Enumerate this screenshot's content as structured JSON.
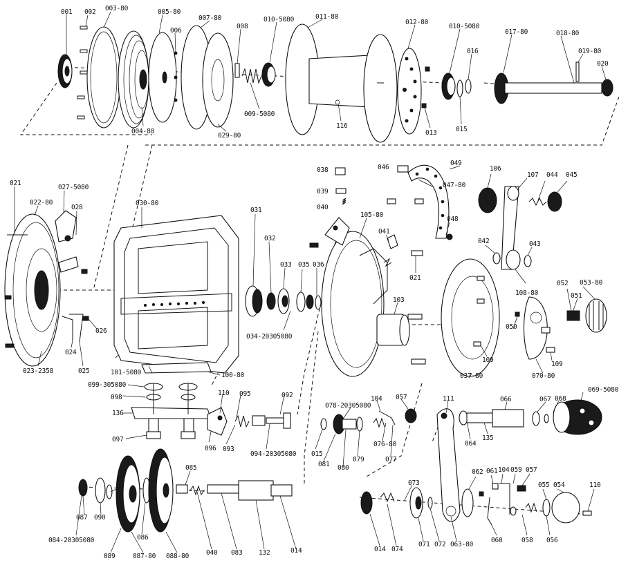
{
  "colors": {
    "ink": "#111111",
    "paper": "#ffffff"
  },
  "parts": [
    "001",
    "002",
    "003-80",
    "005-80",
    "006",
    "007-80",
    "008",
    "010-5080",
    "011-80",
    "012-80",
    "010-5080",
    "017-80",
    "018-80",
    "019-80",
    "020",
    "016",
    "015",
    "013",
    "116",
    "004-80",
    "009-5080",
    "029-80",
    "021",
    "027-5080",
    "022-80",
    "028",
    "030-80",
    "031",
    "032",
    "033",
    "035",
    "036",
    "034-20305080",
    "105-80",
    "038",
    "039",
    "040",
    "041",
    "046",
    "049",
    "047-80",
    "048",
    "021",
    "103",
    "106",
    "107",
    "044",
    "045",
    "042",
    "043",
    "108-80",
    "052",
    "053-80",
    "051",
    "050",
    "109",
    "109",
    "070-80",
    "037-80",
    "101-5080",
    "100-80",
    "023-2358",
    "024",
    "025",
    "026",
    "099-305080",
    "098",
    "136",
    "097",
    "110",
    "095",
    "092",
    "096",
    "093",
    "094-20305080",
    "015",
    "078-20305080",
    "081",
    "080",
    "079",
    "104",
    "057",
    "076-80",
    "077",
    "111",
    "066",
    "067",
    "068",
    "069-5080",
    "064",
    "135",
    "087",
    "090",
    "084-20305080",
    "089",
    "087-80",
    "086",
    "088-80",
    "085",
    "040",
    "083",
    "132",
    "014",
    "073",
    "014",
    "074",
    "071",
    "072",
    "063-80",
    "062",
    "061",
    "104",
    "059",
    "057",
    "055",
    "054",
    "110",
    "060",
    "058",
    "056"
  ]
}
